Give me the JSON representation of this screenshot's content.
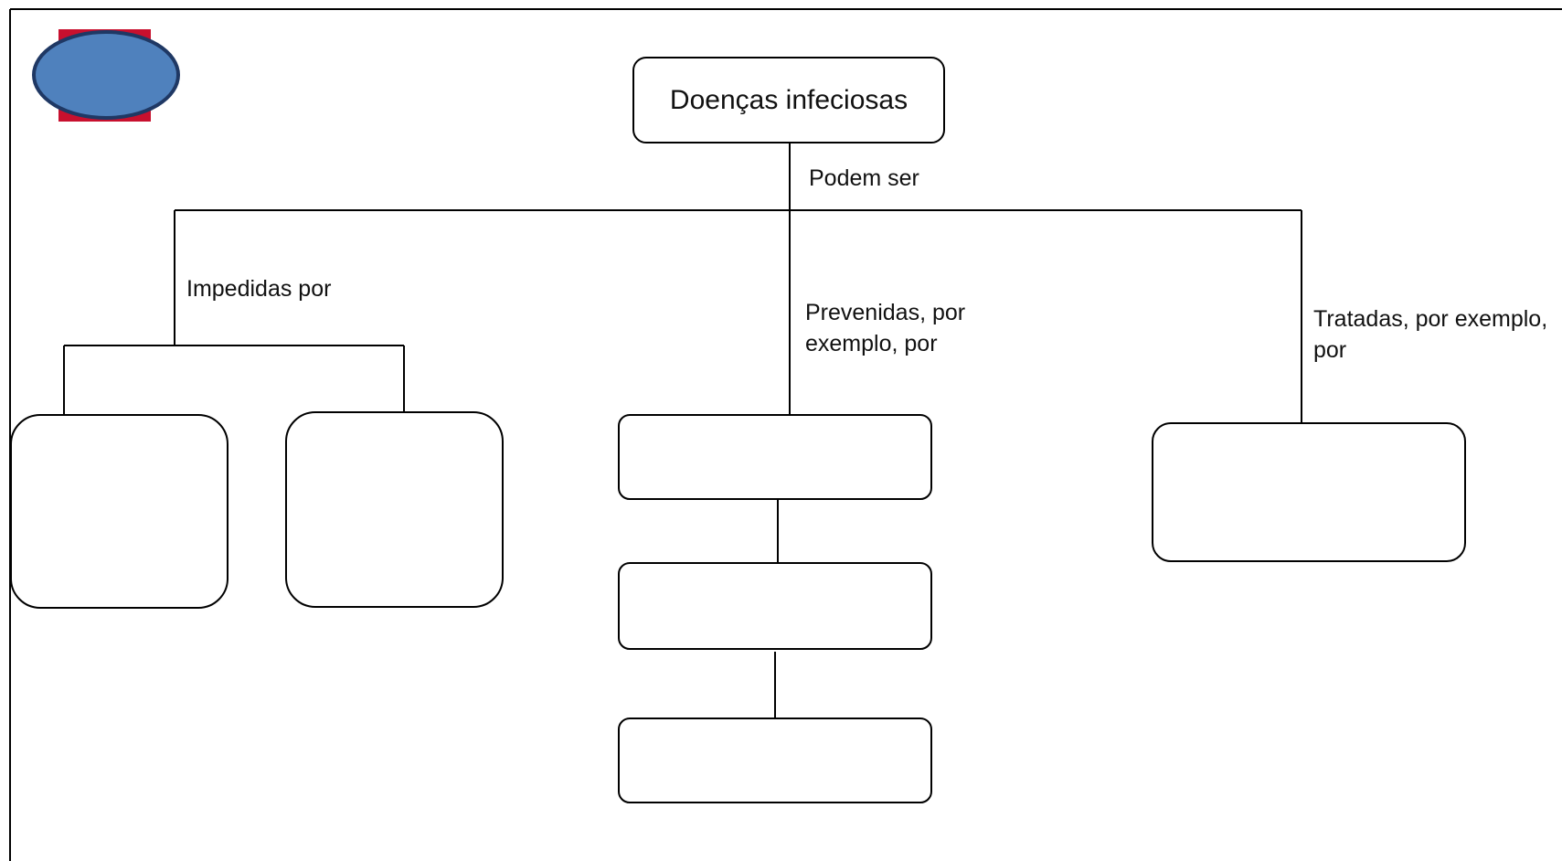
{
  "diagram": {
    "root": {
      "label": "Doenças infeciosas"
    },
    "edges": {
      "main": "Podem ser",
      "impedidas": "Impedidas por",
      "prevenidas_line1": "Prevenidas, por",
      "prevenidas_line2": "exemplo, por",
      "tratadas_line1": "Tratadas, por exemplo,",
      "tratadas_line2": "por"
    },
    "colors": {
      "logo_ellipse_fill": "#4f81bd",
      "logo_ellipse_stroke": "#1f3864",
      "logo_rect_fill": "#c8102e",
      "line": "#000000"
    }
  }
}
